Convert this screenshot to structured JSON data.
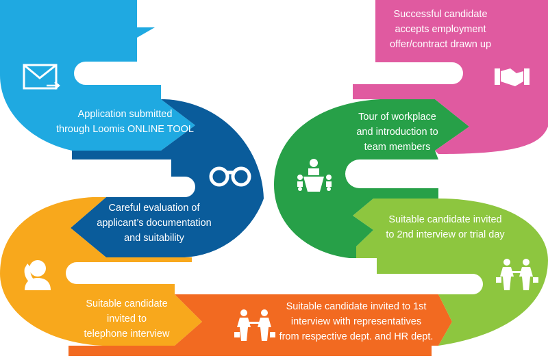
{
  "colors": {
    "blue": "#1fa9e1",
    "navy": "#0a5c9b",
    "orange": "#f8a81c",
    "red_orange": "#f26a21",
    "light_green": "#8dc63f",
    "green": "#27a048",
    "pink": "#e05aa0",
    "text": "#ffffff"
  },
  "steps": [
    {
      "lines": [
        "Application submitted",
        "through Loomis ONLINE TOOL"
      ],
      "icon": "envelope-icon"
    },
    {
      "lines": [
        "Careful evaluation of",
        "applicant’s documentation",
        "and suitability"
      ],
      "icon": "binoculars-icon"
    },
    {
      "lines": [
        "Suitable candidate",
        "invited to",
        "telephone interview"
      ],
      "icon": "telephone-operator-icon"
    },
    {
      "lines": [
        "Suitable candidate invited to 1st",
        "interview with representatives",
        "from respective dept. and HR dept."
      ],
      "icon": "handshake-people-icon"
    },
    {
      "lines": [
        "Suitable candidate invited",
        "to 2nd interview or trial day"
      ],
      "icon": "handshake-people-icon"
    },
    {
      "lines": [
        "Tour of workplace",
        "and introduction to",
        "team members"
      ],
      "icon": "meeting-icon"
    },
    {
      "lines": [
        "Successful candidate",
        "accepts employment",
        "offer/contract drawn up"
      ],
      "icon": "handshake-icon"
    }
  ]
}
